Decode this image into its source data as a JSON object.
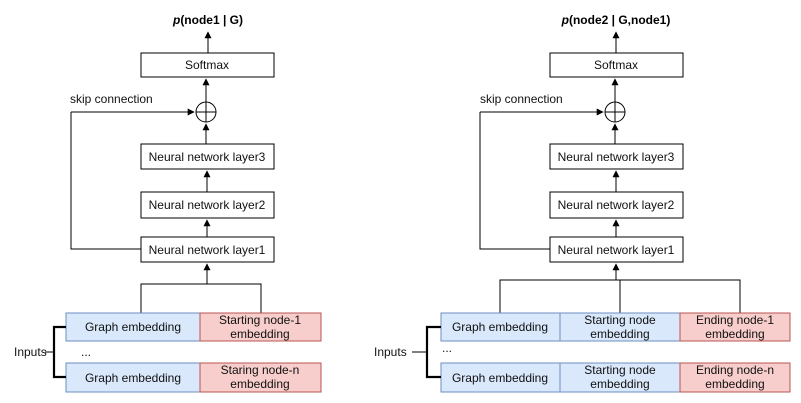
{
  "colors": {
    "graph_embedding_fill": "#dae8fc",
    "graph_embedding_stroke": "#6c8ebf",
    "node_embedding_fill": "#f8cecc",
    "node_embedding_stroke": "#b85450"
  },
  "left_panel": {
    "output_prefix": "p",
    "output_rest": "(node1 | G)",
    "softmax": "Softmax",
    "skip_connection": "skip connection",
    "layer3": "Neural network layer3",
    "layer2": "Neural network layer2",
    "layer1": "Neural network layer1",
    "inputs_label": "Inputs",
    "ellipsis": "...",
    "row1": {
      "graph_embedding": "Graph embedding",
      "node_line1": "Starting node-1",
      "node_line2": "embedding"
    },
    "row2": {
      "graph_embedding": "Graph embedding",
      "node_line1": "Staring node-n",
      "node_line2": "embedding"
    }
  },
  "right_panel": {
    "output_prefix": "p",
    "output_rest": "(node2 | G,node1)",
    "softmax": "Softmax",
    "skip_connection": "skip connection",
    "layer3": "Neural network layer3",
    "layer2": "Neural network layer2",
    "layer1": "Neural network layer1",
    "inputs_label": "Inputs",
    "ellipsis": "...",
    "row1": {
      "graph_embedding": "Graph embedding",
      "start_line1": "Starting node",
      "start_line2": "embedding",
      "end_line1": "Ending node-1",
      "end_line2": "embedding"
    },
    "row2": {
      "graph_embedding": "Graph embedding",
      "start_line1": "Starting node",
      "start_line2": "embedding",
      "end_line1": "Ending node-n",
      "end_line2": "embedding"
    }
  }
}
